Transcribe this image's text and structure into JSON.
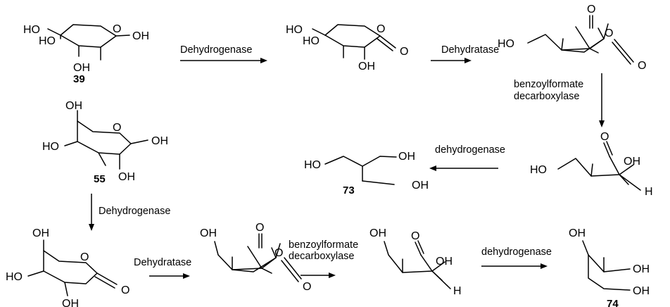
{
  "compounds": {
    "xylose": {
      "number": "39",
      "oh": "OH",
      "ho": "HO",
      "o": "O"
    },
    "arabinose": {
      "number": "55",
      "oh": "OH",
      "ho": "HO",
      "o": "O"
    },
    "triol_73": {
      "number": "73",
      "oh": "OH",
      "ho": "HO"
    },
    "triol_74": {
      "number": "74",
      "oh": "OH"
    },
    "xylonolactone": {
      "oh": "OH",
      "ho": "HO",
      "o": "O"
    },
    "keto_lactone_top": {
      "ho": "HO",
      "o": "O"
    },
    "aldehyde_top": {
      "ho": "HO",
      "oh": "OH",
      "o": "O",
      "h": "H"
    },
    "arabinonolactone": {
      "oh": "OH",
      "ho": "HO",
      "o": "O"
    },
    "keto_lactone_bottom": {
      "oh": "OH",
      "o": "O"
    },
    "aldehyde_bottom": {
      "oh": "OH",
      "o": "O",
      "h": "H"
    }
  },
  "arrows": {
    "a1": {
      "label": "Dehydrogenase"
    },
    "a2": {
      "label": "Dehydratase"
    },
    "a3": {
      "label_line1": "benzoylformate",
      "label_line2": "decarboxylase"
    },
    "a4": {
      "label": "dehydrogenase"
    },
    "a5": {
      "label": "Dehydrogenase"
    },
    "a6": {
      "label": "Dehydratase"
    },
    "a7": {
      "label_line1": "benzoylformate",
      "label_line2": "decarboxylase"
    },
    "a8": {
      "label": "dehydrogenase"
    }
  }
}
